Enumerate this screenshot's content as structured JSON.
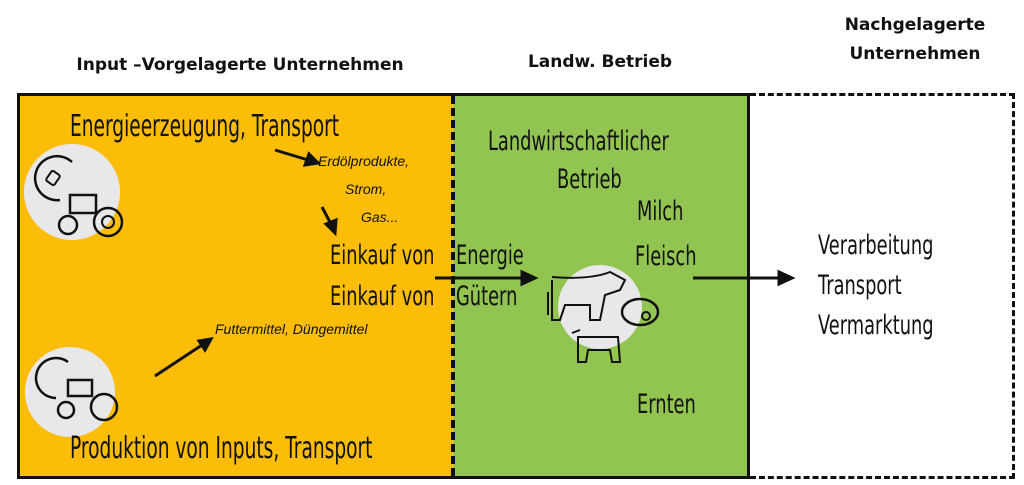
{
  "headers": {
    "input": "Input –Vorgelagerte Unternehmen",
    "farm": "Landw. Betrieb",
    "downstream_line1": "Nachgelagerte",
    "downstream_line2": "Unternehmen"
  },
  "input_section": {
    "energy_title": "Energieerzeugung, Transport",
    "energy_items": [
      "Erdölprodukte,",
      "Strom,",
      "Gas..."
    ],
    "purchase_energy_prefix": "Einkauf von",
    "purchase_energy": "Energie",
    "purchase_goods_prefix": "Einkauf von",
    "purchase_goods": "Gütern",
    "inputs_items": "Futtermittel, Düngemittel",
    "production_title": "Produktion von Inputs, Transport"
  },
  "farm_section": {
    "title_line1": "Landwirtschaftlicher",
    "title_line2": "Betrieb",
    "products": [
      "Milch",
      "Fleisch",
      "Ernten"
    ]
  },
  "downstream_section": {
    "items": [
      "Verarbeitung",
      "Transport",
      "Vermarktung"
    ]
  },
  "colors": {
    "input": "#FBBD08",
    "farm": "#92C452",
    "icon_bg": "#E8E8EA"
  }
}
